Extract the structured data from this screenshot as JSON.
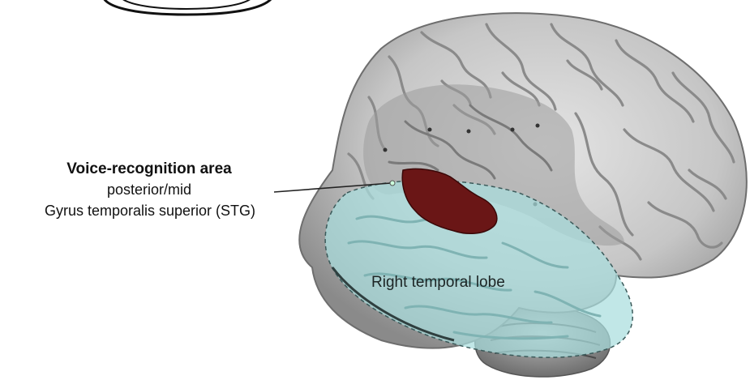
{
  "labels": {
    "voice_area_title": "Voice-recognition area",
    "voice_area_line2": "posterior/mid",
    "voice_area_line3": "Gyrus temporalis superior (STG)",
    "temporal_lobe": "Right temporal lobe"
  },
  "colors": {
    "brain_surface": "#c4c4c4",
    "brain_sulci": "#8e8e8e",
    "inner_highlight_region": "#9c9c9c",
    "temporal_lobe_overlay": "#a9dede",
    "voice_area": "#6a1616",
    "callout_line": "#222222"
  }
}
